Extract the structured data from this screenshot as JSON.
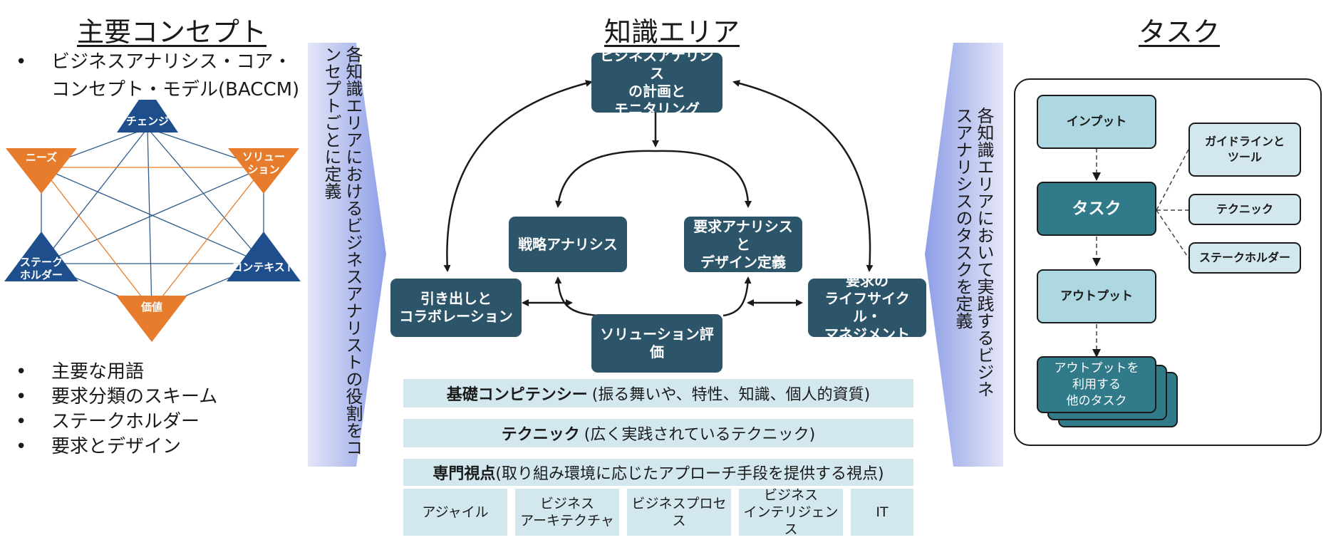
{
  "core_concepts": {
    "title": "主要コンセプト",
    "baccm_line1": "ビジネスアナリシス・コア・",
    "baccm_line2": "コンセプト・モデル(BACCM)",
    "hexagon": {
      "change": "チェンジ",
      "needs": "ニーズ",
      "solution": "ソリュー\nション",
      "stakeholder": "ステーク\nホルダー",
      "context": "コンテキスト",
      "value": "価値"
    },
    "colors": {
      "blue": "#1f4e8c",
      "orange": "#e77d2c"
    },
    "bullets": [
      "主要な用語",
      "要求分類のスキーム",
      "ステークホルダー",
      "要求とデザイン"
    ]
  },
  "left_banner": {
    "text": "各知識エリアにおけるビジネスアナリストの役割をコンセプトごとに定義"
  },
  "knowledge_areas": {
    "title": "知識エリア",
    "boxes": {
      "planning": "ビジネスアナリシス\nの計画と\nモニタリング",
      "strategy": "戦略アナリシス",
      "radd": "要求アナリシスと\nデザイン定義",
      "elicitation": "引き出しと\nコラボレーション",
      "lifecycle": "要求の\nライフサイクル・\nマネジメント",
      "evaluation": "ソリューション評価"
    },
    "box_color": "#2c5569",
    "underlying": {
      "competencies_bold": "基礎コンピテンシー",
      "competencies_rest": " (振る舞いや、特性、知識、個人的資質)",
      "techniques_bold": "テクニック",
      "techniques_rest": " (広く実践されているテクニック)",
      "perspectives_bold": "専門視点",
      "perspectives_rest": "(取り組み環境に応じたアプローチ手段を提供する視点)"
    },
    "perspectives": [
      "アジャイル",
      "ビジネス\nアーキテクチャ",
      "ビジネスプロセス",
      "ビジネス\nインテリジェンス",
      "IT"
    ]
  },
  "right_banner": {
    "text": "各知識エリアにおいて実践するビジネスアナリシスのタスクを定義"
  },
  "tasks": {
    "title": "タスク",
    "input": "インプット",
    "task": "タスク",
    "output": "アウトプット",
    "other_tasks": "アウトプットを\n利用する\n他のタスク",
    "guidelines": "ガイドラインと\nツール",
    "techniques": "テクニック",
    "stakeholders": "ステークホルダー"
  }
}
